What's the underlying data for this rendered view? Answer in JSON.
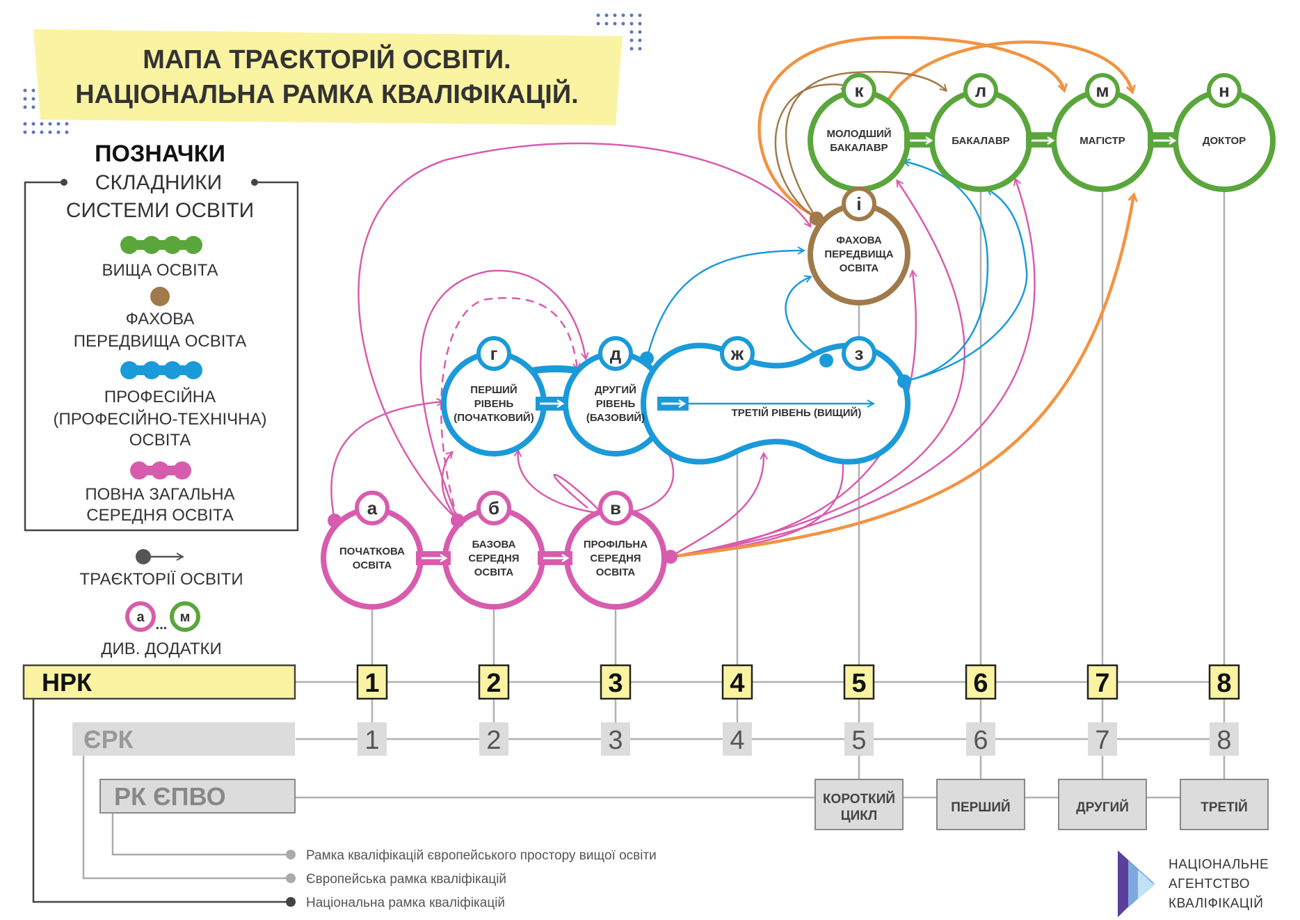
{
  "title": {
    "line1": "МАПА ТРАЄКТОРІЙ ОСВІТИ.",
    "line2": "НАЦІОНАЛЬНА РАМКА КВАЛІФІКАЦІЙ."
  },
  "legend": {
    "heading": "ПОЗНАЧКИ",
    "components": [
      "СКЛАДНИКИ",
      "СИСТЕМИ ОСВІТИ"
    ],
    "higher": "ВИЩА ОСВІТА",
    "prehigher": [
      "ФАХОВА",
      "ПЕРЕДВИЩА ОСВІТА"
    ],
    "vocational": [
      "ПРОФЕСІЙНА",
      "(ПРОФЕСІЙНО-ТЕХНІЧНА)",
      "ОСВІТА"
    ],
    "general": [
      "ПОВНА ЗАГАЛЬНА",
      "СЕРЕДНЯ ОСВІТА"
    ],
    "trajectories": "ТРАЄКТОРІЇ ОСВІТИ",
    "appendix_from": "а",
    "appendix_to": "м",
    "appendix_dots": "...",
    "appendix": "ДИВ. ДОДАТКИ"
  },
  "colors": {
    "pink": "#d85cad",
    "blue": "#1a9ad9",
    "green": "#5aa63c",
    "brown": "#a07a4a",
    "orange": "#f29341",
    "yellow": "#faf3a2"
  },
  "nodes": {
    "a": {
      "letter": "а",
      "lines": [
        "ПОЧАТКОВА",
        "ОСВІТА"
      ]
    },
    "b": {
      "letter": "б",
      "lines": [
        "БАЗОВА",
        "СЕРЕДНЯ",
        "ОСВІТА"
      ]
    },
    "v": {
      "letter": "в",
      "lines": [
        "ПРОФІЛЬНА",
        "СЕРЕДНЯ",
        "ОСВІТА"
      ]
    },
    "g": {
      "letter": "г",
      "lines": [
        "ПЕРШИЙ",
        "РІВЕНЬ",
        "(ПОЧАТКОВИЙ)"
      ]
    },
    "d": {
      "letter": "д",
      "lines": [
        "ДРУГИЙ",
        "РІВЕНЬ",
        "(БАЗОВИЙ)"
      ]
    },
    "zh": {
      "letter": "ж",
      "lines": []
    },
    "z": {
      "letter": "з",
      "lines": []
    },
    "third": "ТРЕТІЙ РІВЕНЬ (ВИЩИЙ)",
    "i": {
      "letter": "і",
      "lines": [
        "ФАХОВА",
        "ПЕРЕДВИЩА",
        "ОСВІТА"
      ]
    },
    "k": {
      "letter": "к",
      "lines": [
        "МОЛОДШИЙ",
        "БАКАЛАВР"
      ]
    },
    "l": {
      "letter": "л",
      "lines": [
        "БАКАЛАВР"
      ]
    },
    "m": {
      "letter": "м",
      "lines": [
        "МАГІСТР"
      ]
    },
    "n": {
      "letter": "н",
      "lines": [
        "ДОКТОР"
      ]
    }
  },
  "frameworks": {
    "nrk": "НРК",
    "erk": "ЄРК",
    "rk": "РК ЄПВО",
    "levels": [
      "1",
      "2",
      "3",
      "4",
      "5",
      "6",
      "7",
      "8"
    ],
    "cycles": [
      [
        "КОРОТКИЙ",
        "ЦИКЛ"
      ],
      [
        "ПЕРШИЙ"
      ],
      [
        "ДРУГИЙ"
      ],
      [
        "ТРЕТІЙ"
      ]
    ]
  },
  "footnotes": {
    "rk": "Рамка кваліфікацій європейського простору вищої освіти",
    "erk": "Європейська рамка кваліфікацій",
    "nrk": "Національна рамка кваліфікацій"
  },
  "agency": [
    "НАЦІОНАЛЬНЕ",
    "АГЕНТСТВО",
    "КВАЛІФІКАЦІЙ"
  ]
}
